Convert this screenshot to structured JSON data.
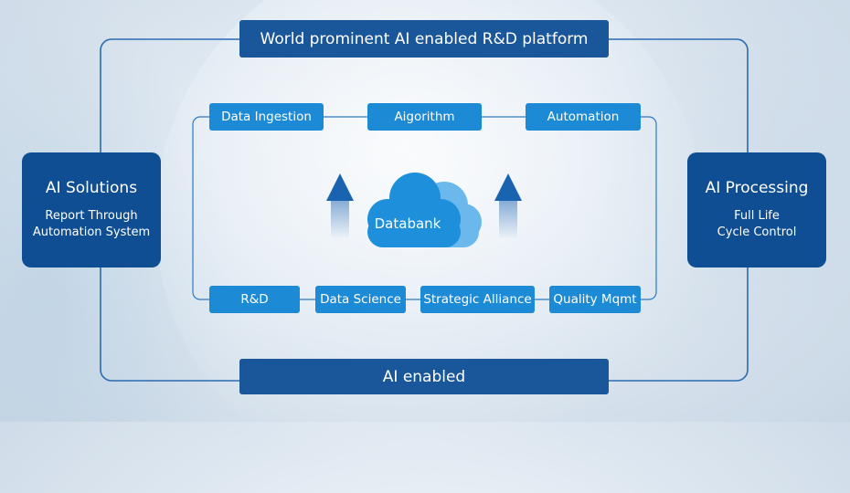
{
  "top_banner": {
    "label": "World prominent AI enabled R&D platform"
  },
  "bottom_banner": {
    "label": "AI enabled"
  },
  "left_panel": {
    "title": "AI Solutions",
    "subtitle_line1": "Report Through",
    "subtitle_line2": "Automation System"
  },
  "right_panel": {
    "title": "AI Processing",
    "subtitle_line1": "Full Life",
    "subtitle_line2": "Cycle Control"
  },
  "top_chips": [
    "Data Ingestion",
    "Aigorithm",
    "Automation"
  ],
  "bottom_chips": [
    "R&D",
    "Data Science",
    "Strategic Alliance",
    "Quality Mqmt"
  ],
  "center": {
    "label": "Databank"
  },
  "colors": {
    "banner": "#1a569a",
    "panel": "#0f4e92",
    "chip": "#1d8ad6",
    "cloud": "#1e8fdb",
    "line": "#2a6bb0"
  }
}
